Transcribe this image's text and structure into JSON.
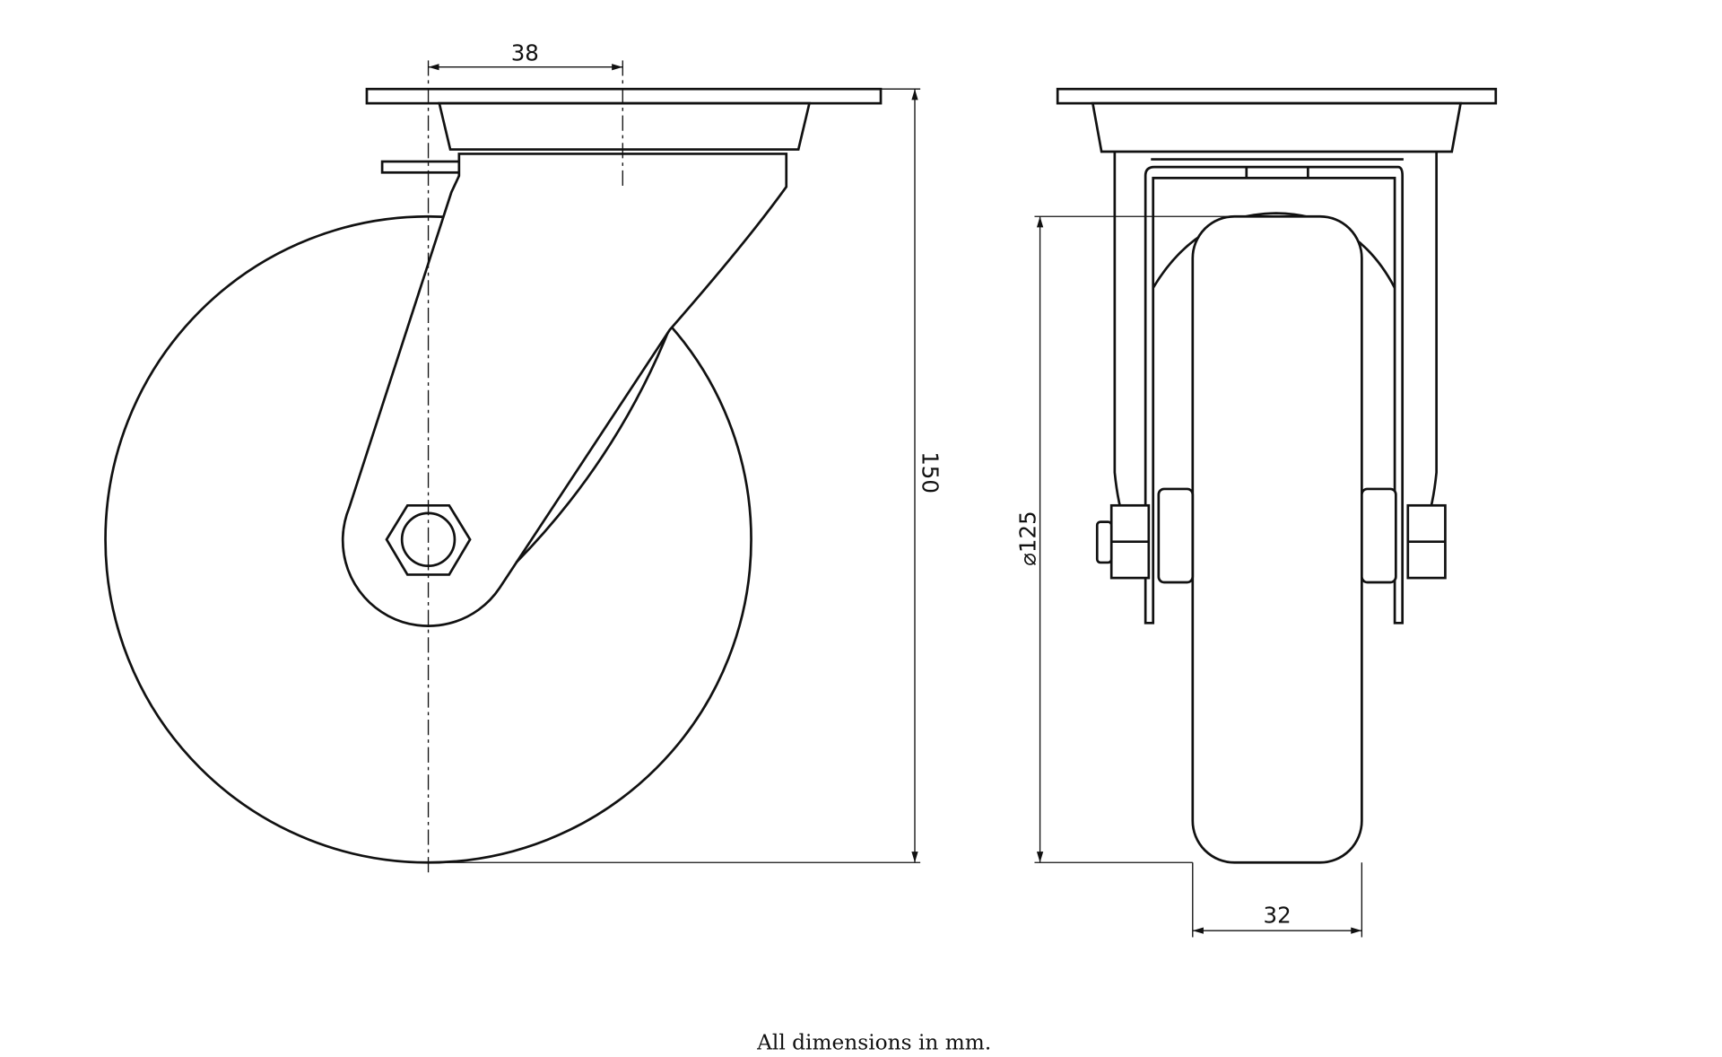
{
  "drawing": {
    "side_view": {
      "dimension_offset": "38",
      "dimension_height": "150"
    },
    "front_view": {
      "dimension_diameter": "⌀125",
      "dimension_width": "32"
    },
    "footnote": "All dimensions in mm.",
    "colors": {
      "line": "#111111",
      "background": "#ffffff"
    }
  }
}
